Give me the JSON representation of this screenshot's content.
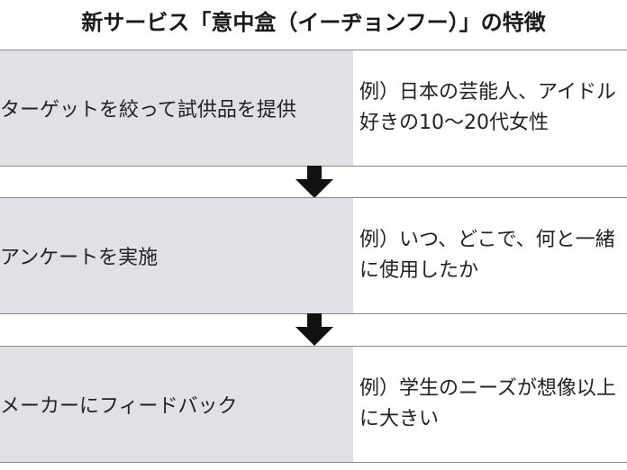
{
  "title": "新サービス「意中盒（イーヂョンフー）」の特徴",
  "steps": [
    {
      "label": "ターゲットを絞って試供品を提供",
      "example": "例）日本の芸能人、アイドル好きの10～20代女性"
    },
    {
      "label": "アンケートを実施",
      "example": "例）いつ、どこで、何と一緒に使用したか"
    },
    {
      "label": "メーカーにフィードバック",
      "example": "例）学生のニーズが想像以上に大きい"
    }
  ],
  "colors": {
    "step_fill": "#e0e0e6",
    "arrow": "#111111"
  }
}
